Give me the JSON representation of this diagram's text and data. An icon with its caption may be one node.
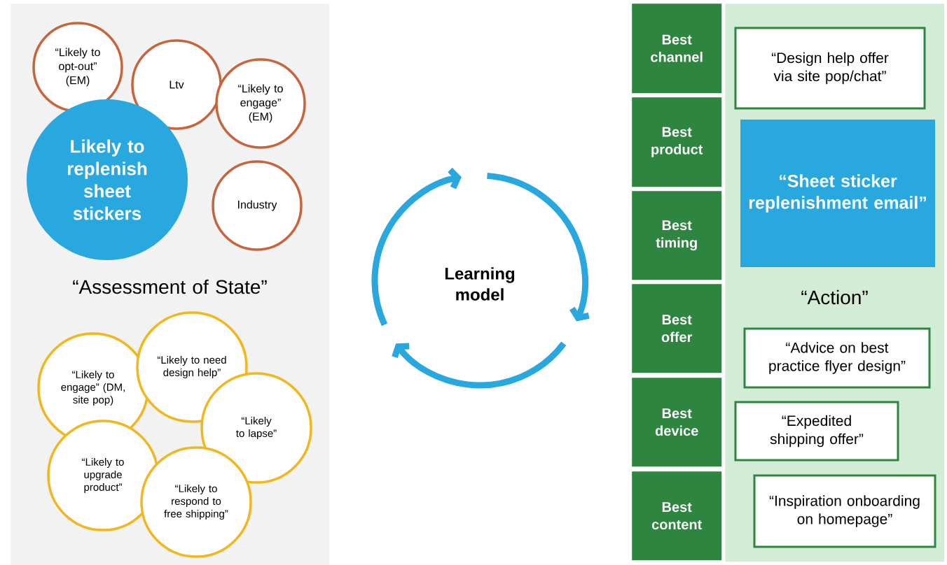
{
  "diagram": {
    "nodes": [
      {
        "text": [
          "“Assessment of State”"
        ]
      },
      {
        "text": [
          "“Likely to opt-out” (EM)"
        ],
        "in": 0
      },
      {
        "text": [
          "Ltv"
        ],
        "in": 0
      },
      {
        "text": [
          "“Likely to engage” (EM)"
        ],
        "in": 0
      },
      {
        "text": [
          "Likely to replenish sheet stickers"
        ],
        "in": 0
      },
      {
        "text": [
          "Industry"
        ],
        "in": 0
      },
      {
        "text": [
          "“Likely to engage” (DM, site pop)"
        ],
        "in": 0
      },
      {
        "text": [
          "“Likely to need design help”"
        ],
        "in": 0
      },
      {
        "text": [
          "“Likely to lapse”"
        ],
        "in": 0
      },
      {
        "text": [
          "“Likely to upgrade product”"
        ],
        "in": 0
      },
      {
        "text": [
          "“Likely to respond to free shipping”"
        ],
        "in": 0
      },
      {
        "text": [
          "Best channel"
        ]
      },
      {
        "text": [
          "Best product"
        ]
      },
      {
        "text": [
          "Best timing"
        ]
      },
      {
        "text": [
          "Best offer"
        ]
      },
      {
        "text": [
          "Best device"
        ]
      },
      {
        "text": [
          "Best content"
        ]
      },
      {
        "text": [
          "“Action”"
        ]
      },
      {
        "text": [
          "“Design help offer via site pop/chat”"
        ],
        "in": 17
      },
      {
        "text": [
          "“Sheet sticker replenishment email”"
        ],
        "in": 17
      },
      {
        "text": [
          "“Advice on best practice flyer design”"
        ],
        "in": 17
      },
      {
        "text": [
          "“Expedited shipping offer”"
        ],
        "in": 17
      },
      {
        "text": [
          "“Inspiration onboarding on homepage”"
        ],
        "in": 17
      }
    ],
    "labels": [
      "Learning model"
    ]
  }
}
